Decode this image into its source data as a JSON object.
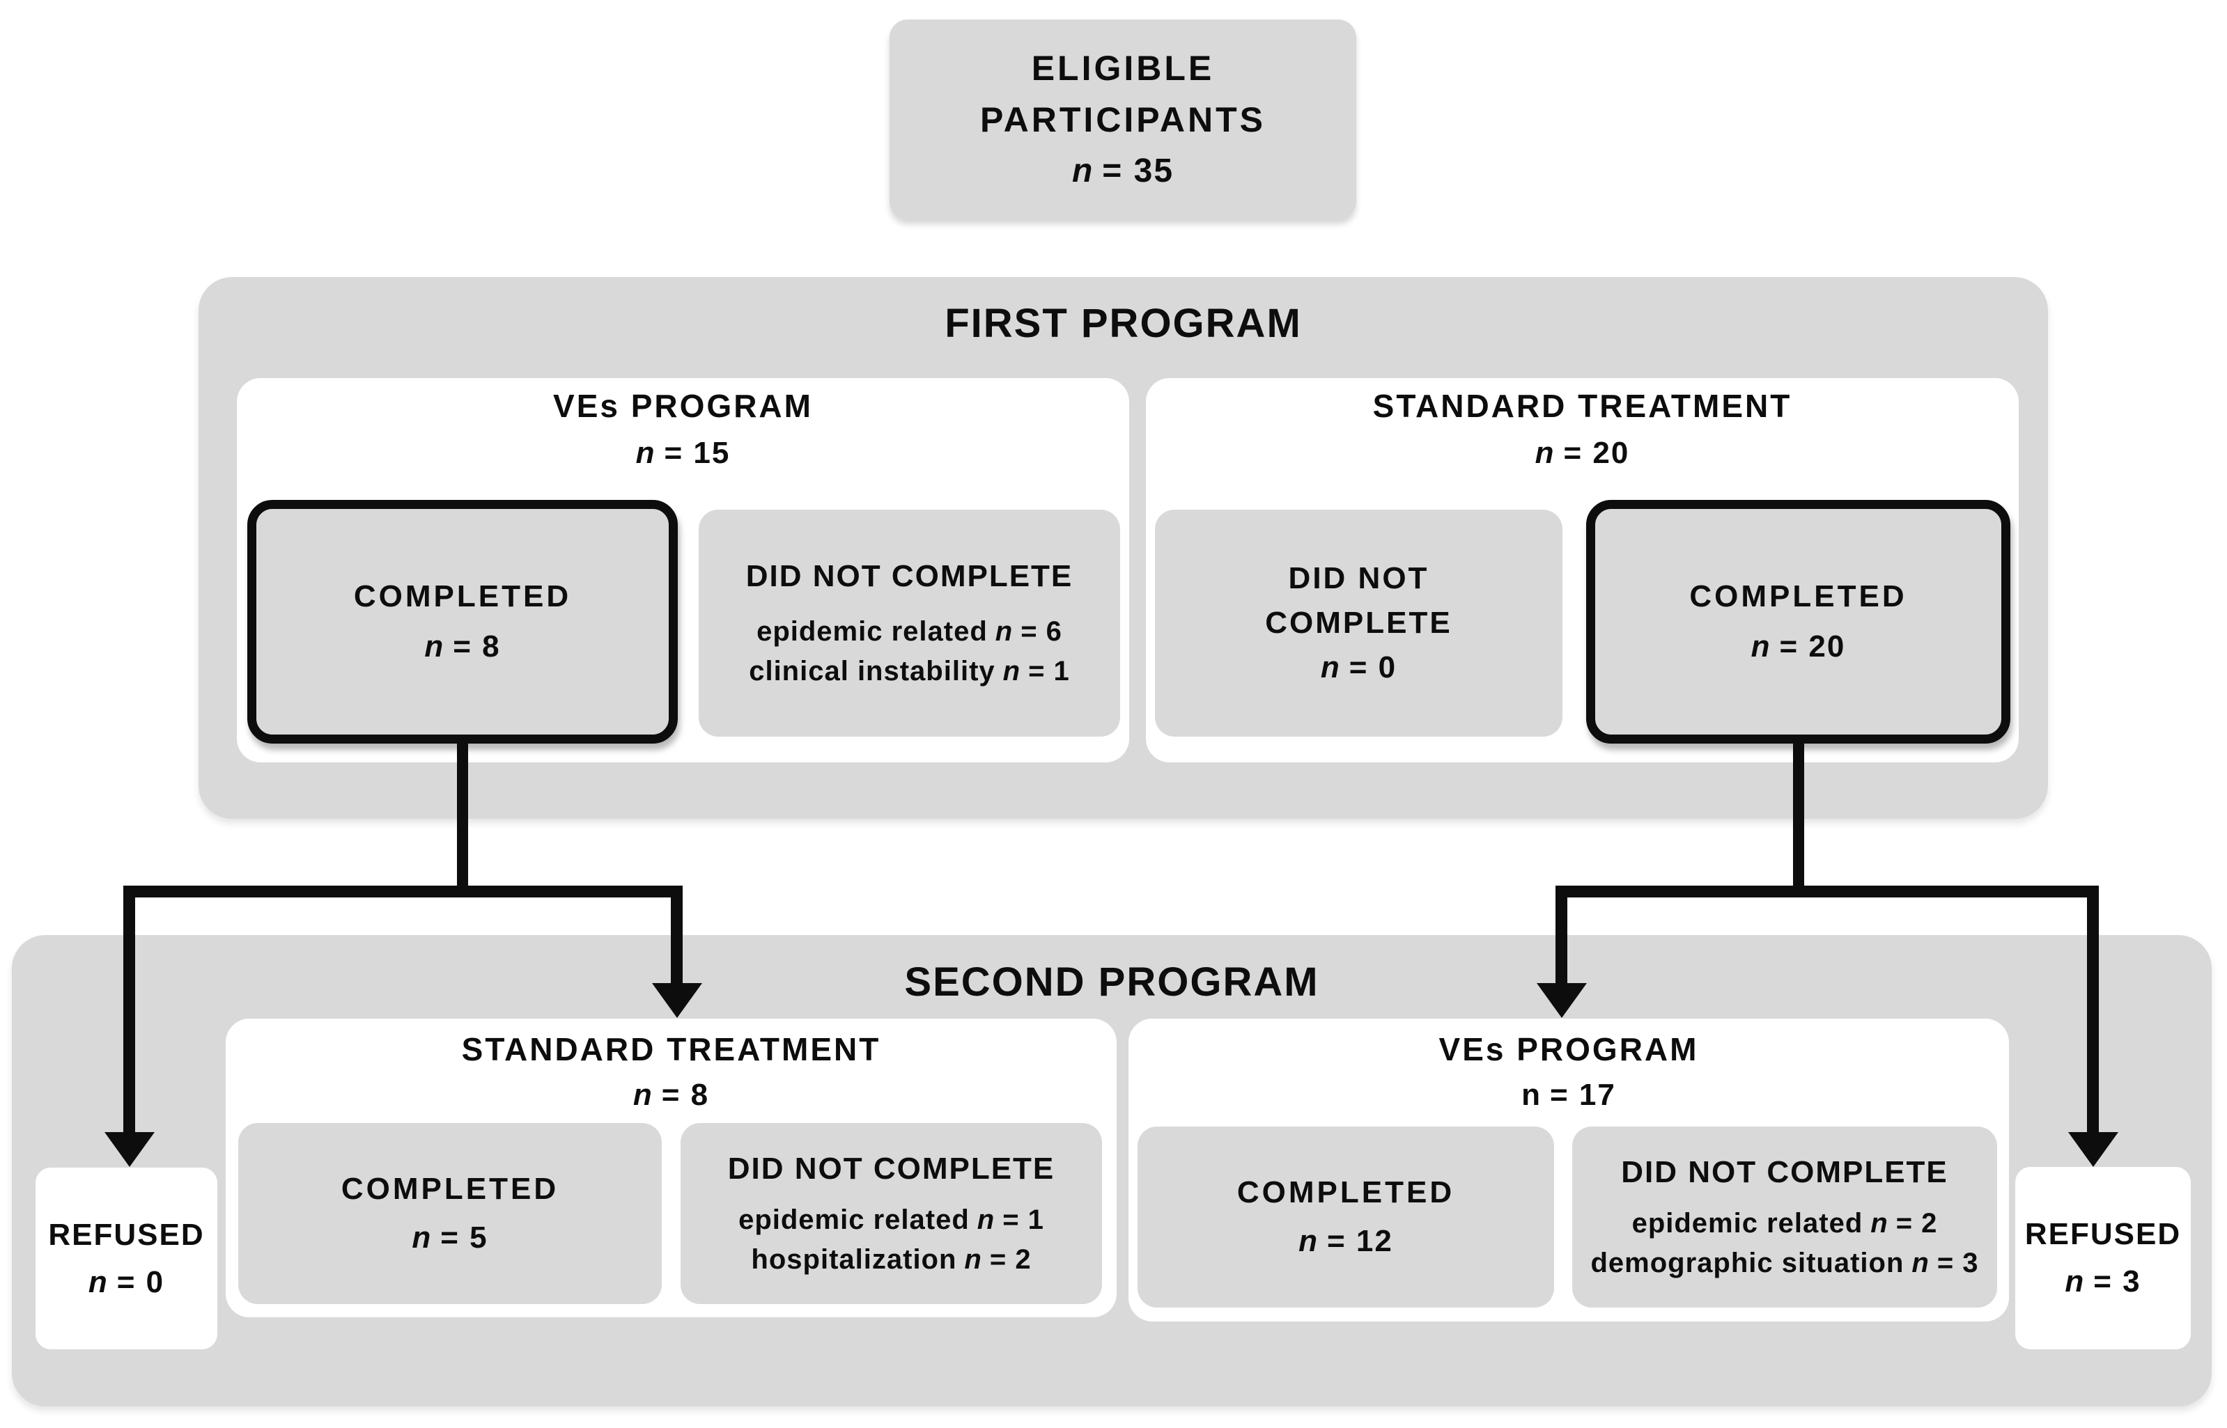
{
  "colors": {
    "panel_gray": "#d9d9d9",
    "line_black": "#0d0d0d",
    "card_white": "#ffffff"
  },
  "top_box": {
    "line1": "ELIGIBLE",
    "line2": "PARTICIPANTS",
    "count": {
      "var": "n",
      "rest": "= 35"
    }
  },
  "first_program": {
    "title": "FIRST PROGRAM",
    "ves_card": {
      "title": "VEs PROGRAM",
      "count": {
        "var": "n",
        "rest": "= 15"
      },
      "completed": {
        "label": "COMPLETED",
        "count": {
          "var": "n",
          "rest": "= 8"
        }
      },
      "did_not_complete": {
        "label": "DID NOT COMPLETE",
        "reasons": [
          {
            "text": "epidemic related",
            "var": "n",
            "rest": "= 6"
          },
          {
            "text": "clinical instability",
            "var": "n",
            "rest": "= 1"
          }
        ]
      }
    },
    "standard_card": {
      "title": "STANDARD TREATMENT",
      "count": {
        "var": "n",
        "rest": "= 20"
      },
      "did_not_complete": {
        "line1": "DID NOT",
        "line2": "COMPLETE",
        "count": {
          "var": "n",
          "rest": "= 0"
        }
      },
      "completed": {
        "label": "COMPLETED",
        "count": {
          "var": "n",
          "rest": "= 20"
        }
      }
    }
  },
  "second_program": {
    "title": "SECOND PROGRAM",
    "refused_left": {
      "label": "REFUSED",
      "count": {
        "var": "n",
        "rest": "= 0"
      }
    },
    "standard_card": {
      "title": "STANDARD TREATMENT",
      "count": {
        "var": "n",
        "rest": "= 8"
      },
      "completed": {
        "label": "COMPLETED",
        "count": {
          "var": "n",
          "rest": "= 5"
        }
      },
      "did_not_complete": {
        "label": "DID NOT COMPLETE",
        "reasons": [
          {
            "text": "epidemic related",
            "var": "n",
            "rest": "= 1"
          },
          {
            "text": "hospitalization",
            "var": "n",
            "rest": "= 2"
          }
        ]
      }
    },
    "ves_card": {
      "title": "VEs PROGRAM",
      "count": {
        "var": "n",
        "rest": "= 17"
      },
      "completed": {
        "label": "COMPLETED",
        "count": {
          "var": "n",
          "rest": "= 12"
        }
      },
      "did_not_complete": {
        "label": "DID NOT COMPLETE",
        "reasons": [
          {
            "text": "epidemic related",
            "var": "n",
            "rest": "= 2"
          },
          {
            "text": "demographic situation",
            "var": "n",
            "rest": "= 3"
          }
        ]
      }
    },
    "refused_right": {
      "label": "REFUSED",
      "count": {
        "var": "n",
        "rest": "= 3"
      }
    }
  }
}
